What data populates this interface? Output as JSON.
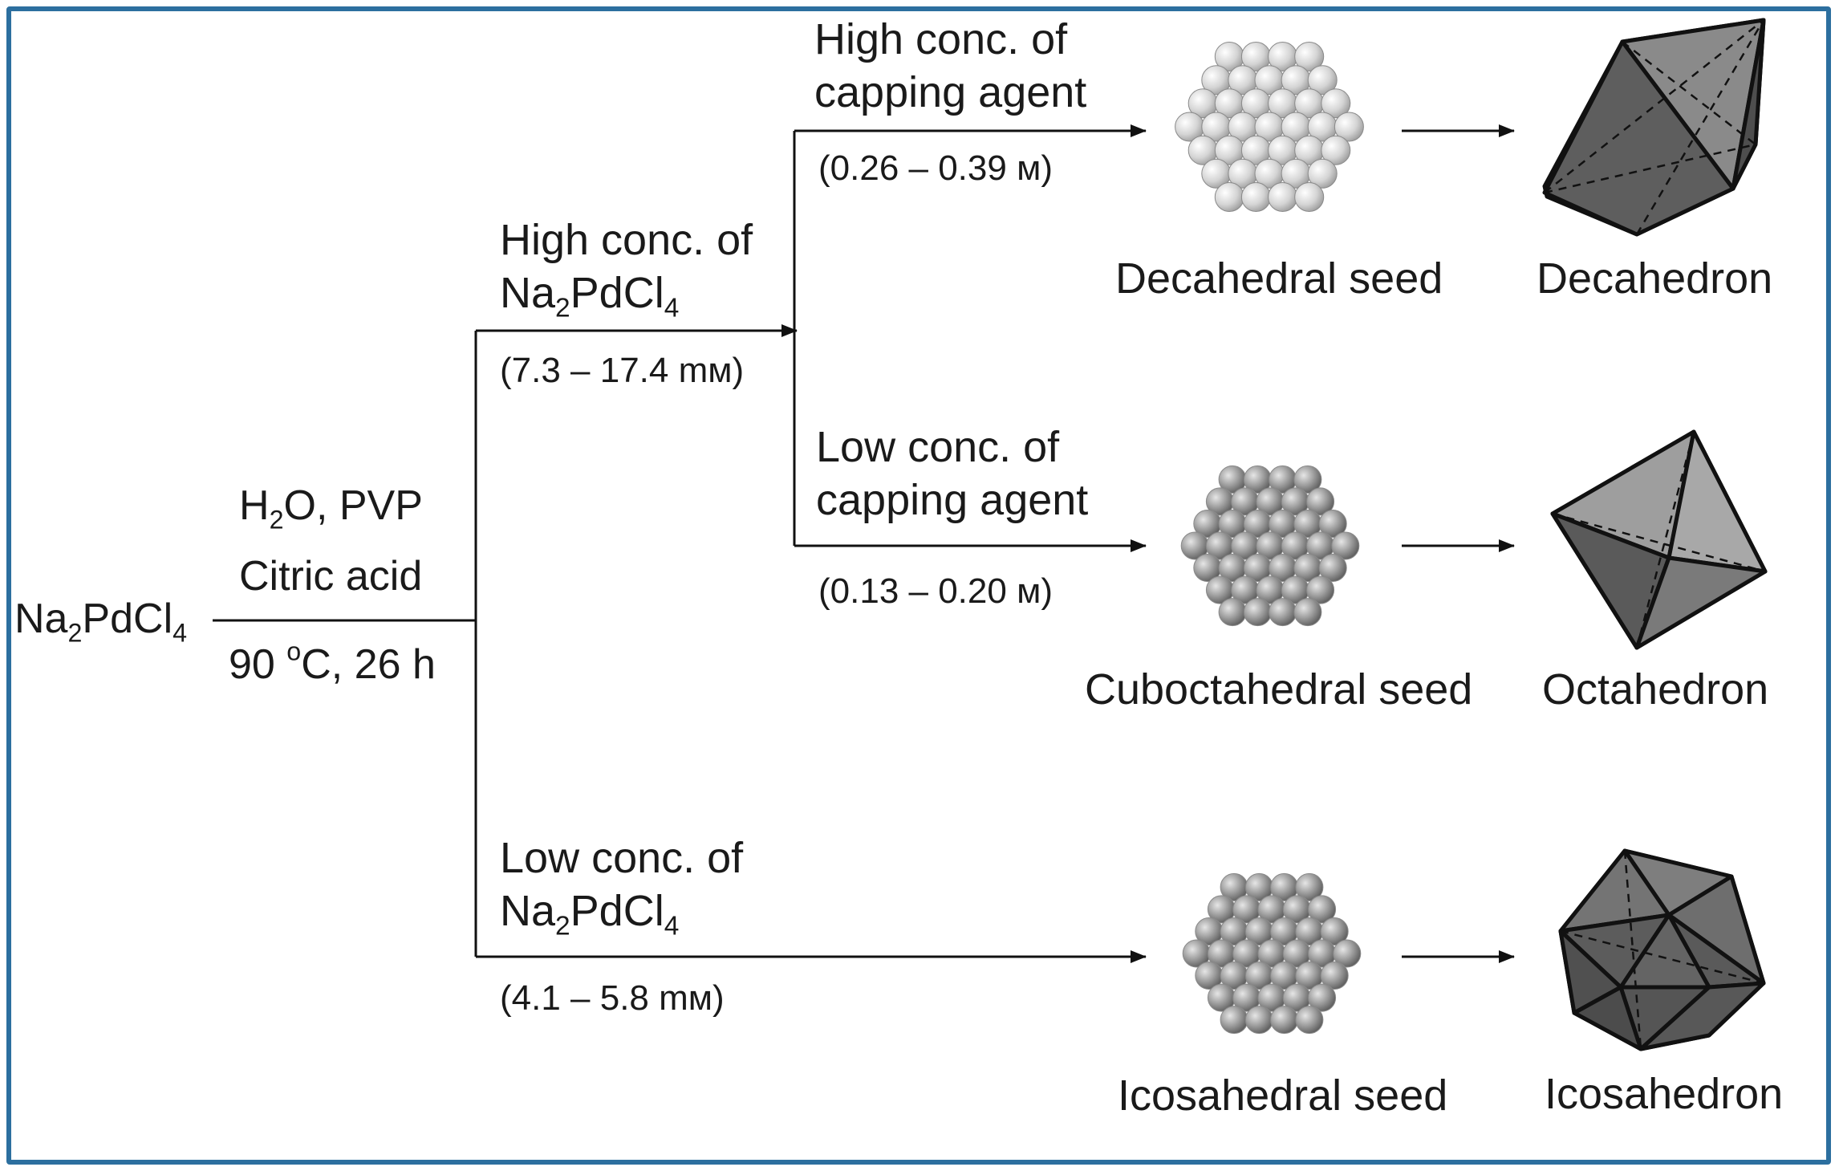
{
  "reactant": {
    "base": "Na",
    "sub1": "2",
    "mid": "PdCl",
    "sub2": "4"
  },
  "conditions": {
    "solvent_pre": "H",
    "solvent_sub": "2",
    "solvent_post": "O, PVP",
    "acid": "Citric acid",
    "temp_pre": "90 ",
    "temp_sup": "o",
    "temp_post": "C, 26 h"
  },
  "branches": {
    "high_pd": {
      "line1": "High conc. of",
      "chem_base": "Na",
      "chem_sub1": "2",
      "chem_mid": "PdCl",
      "chem_sub2": "4",
      "range": "(7.3 – 17.4 mм)"
    },
    "low_pd": {
      "line1": "Low conc. of",
      "chem_base": "Na",
      "chem_sub1": "2",
      "chem_mid": "PdCl",
      "chem_sub2": "4",
      "range": "(4.1 – 5.8 mм)"
    },
    "high_cap": {
      "line1": "High conc. of",
      "line2": "capping agent",
      "range": "(0.26 – 0.39 м)"
    },
    "low_cap": {
      "line1": "Low conc. of",
      "line2": "capping agent",
      "range": "(0.13 – 0.20 м)"
    }
  },
  "seeds": {
    "decahedral": "Decahedral seed",
    "cuboctahedral": "Cuboctahedral seed",
    "icosahedral": "Icosahedral seed"
  },
  "products": {
    "decahedron": "Decahedron",
    "octahedron": "Octahedron",
    "icosahedron": "Icosahedron"
  },
  "colors": {
    "frame": "#2c6f9f",
    "light_sphere": "#d8d8d8",
    "mid_sphere": "#9a9a9a",
    "polyhedron": "#6e6e6e"
  }
}
